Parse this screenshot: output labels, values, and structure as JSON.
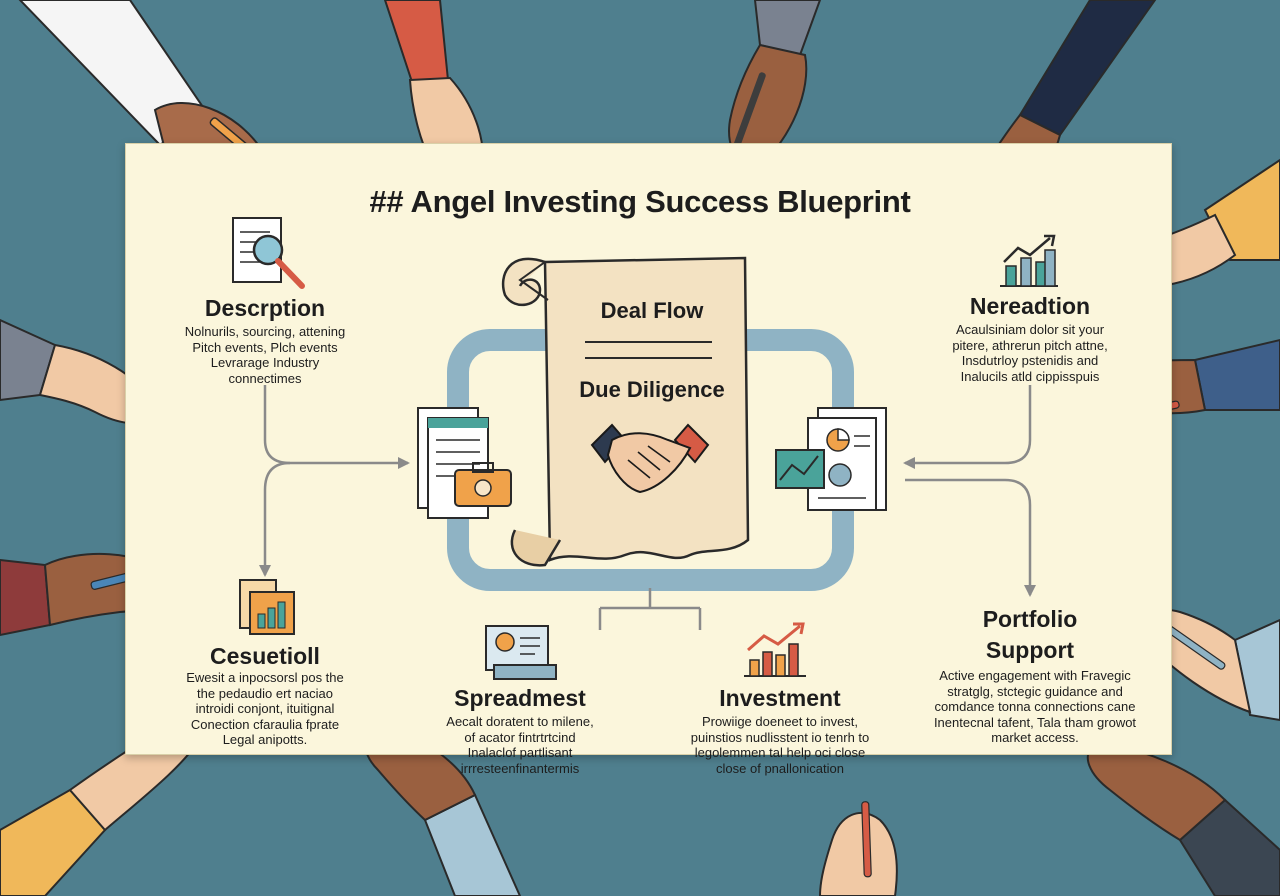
{
  "title": "## Angel Investing Success Blueprint",
  "center": {
    "line1": "Deal Flow",
    "line2": "Due Diligence"
  },
  "sections": {
    "top_left": {
      "heading": "Descrption",
      "lines": [
        "Nolnurils, sourcing, attening",
        "Pitch events, Plch events",
        "Levrarage Industry",
        "connectimes"
      ]
    },
    "top_right": {
      "heading": "Nereadtion",
      "lines": [
        "Acaulsiniam dolor sit your",
        "pitere, athrerun pitch attne,",
        "Insdutrloy pstenidis and",
        "Inalucils atld cippisspuis"
      ]
    },
    "mid_left": {
      "heading": "Cesuetioll",
      "lines": [
        "Ewesit a inpocsorsl pos the",
        "the pedaudio ert naciao",
        "introidi conjont, ituitignal",
        "Conection cfaraulia fprate",
        "Legal anipotts."
      ]
    },
    "bottom_mid_left": {
      "heading": "Spreadmest",
      "lines": [
        "Aecalt doratent to milene,",
        "of acator fintrtrtcind",
        "Inalaclof partlisant",
        "irrresteenfinantermis"
      ]
    },
    "bottom_mid_right": {
      "heading": "Investment",
      "lines": [
        "Prowiige doeneet to invest,",
        "puinstios nudlisstent io tenrh to",
        "legolemmen tal help oci close",
        "close of pnallonication"
      ]
    },
    "right": {
      "heading_line1": "Portfolio",
      "heading_line2": "Support",
      "lines": [
        "Active engagement with Fravegic",
        "stratglg, stctegic guidance and",
        "comdance tonna connections cane",
        "Inentecnal tafent, Tala tham growot",
        "market access."
      ]
    }
  },
  "icons": {
    "research": "magnifier-document-icon",
    "growth_chart": "growth-chart-icon",
    "bar_chart": "bar-chart-icon",
    "presentation": "presentation-chart-icon",
    "investment": "investment-growth-icon",
    "handshake": "handshake-icon",
    "left_docs": "document-briefcase-icon",
    "right_docs": "document-pie-chart-icon"
  },
  "colors": {
    "background": "#4f7f8e",
    "poster": "#fbf6dc",
    "scroll": "#f3e2c2",
    "frame": "#8fb3c4",
    "accent_red": "#d65b45",
    "accent_orange": "#f0a24a"
  }
}
